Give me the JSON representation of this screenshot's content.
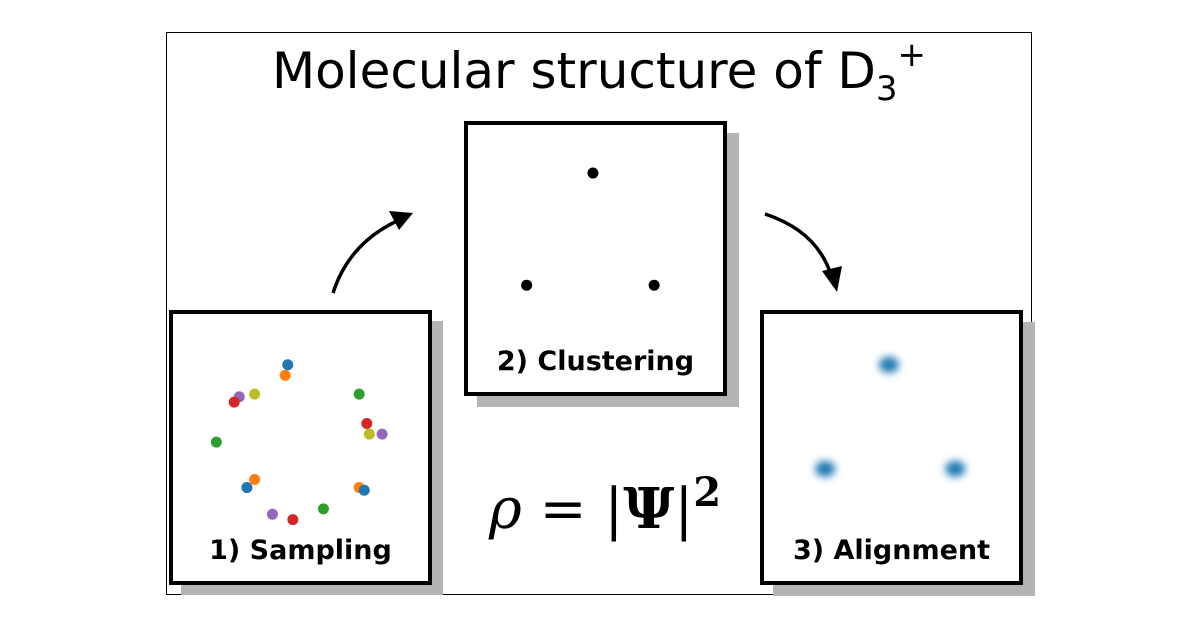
{
  "figure": {
    "title_main": "Molecular structure of D",
    "title_sub": "3",
    "title_sup": "+"
  },
  "panels": {
    "sampling": {
      "label": "1) Sampling",
      "points": [
        {
          "x": 0.45,
          "y": 0.19,
          "color": "#1f77b4"
        },
        {
          "x": 0.44,
          "y": 0.23,
          "color": "#ff7f0e"
        },
        {
          "x": 0.26,
          "y": 0.31,
          "color": "#9467bd"
        },
        {
          "x": 0.32,
          "y": 0.3,
          "color": "#bcbd22"
        },
        {
          "x": 0.24,
          "y": 0.33,
          "color": "#d62728"
        },
        {
          "x": 0.73,
          "y": 0.3,
          "color": "#2ca02c"
        },
        {
          "x": 0.76,
          "y": 0.41,
          "color": "#d62728"
        },
        {
          "x": 0.82,
          "y": 0.45,
          "color": "#9467bd"
        },
        {
          "x": 0.77,
          "y": 0.45,
          "color": "#bcbd22"
        },
        {
          "x": 0.17,
          "y": 0.48,
          "color": "#2ca02c"
        },
        {
          "x": 0.32,
          "y": 0.62,
          "color": "#ff7f0e"
        },
        {
          "x": 0.29,
          "y": 0.65,
          "color": "#1f77b4"
        },
        {
          "x": 0.73,
          "y": 0.65,
          "color": "#ff7f0e"
        },
        {
          "x": 0.75,
          "y": 0.66,
          "color": "#1f77b4"
        },
        {
          "x": 0.39,
          "y": 0.75,
          "color": "#9467bd"
        },
        {
          "x": 0.47,
          "y": 0.77,
          "color": "#d62728"
        },
        {
          "x": 0.59,
          "y": 0.73,
          "color": "#2ca02c"
        }
      ]
    },
    "clustering": {
      "label": "2) Clustering",
      "points": [
        {
          "x": 0.49,
          "y": 0.18
        },
        {
          "x": 0.23,
          "y": 0.6
        },
        {
          "x": 0.73,
          "y": 0.6
        }
      ]
    },
    "alignment": {
      "label": "3) Alignment",
      "points": [
        {
          "x": 0.49,
          "y": 0.19
        },
        {
          "x": 0.24,
          "y": 0.58
        },
        {
          "x": 0.75,
          "y": 0.58
        }
      ],
      "blob_color": "#1f77b4"
    }
  },
  "formula": {
    "lhs": "ρ",
    "eq": " = ",
    "bar_left": "|",
    "psi": "Ψ",
    "bar_right": "|",
    "power": "2"
  }
}
